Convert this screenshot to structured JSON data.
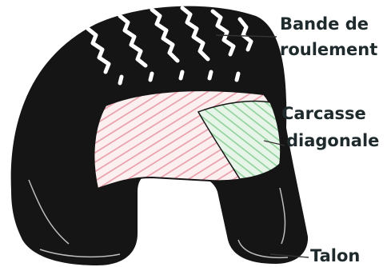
{
  "labels": {
    "tread_line1": "Bande de",
    "tread_line2": "roulement",
    "carcass_line1": "Carcasse",
    "carcass_line2": "diagonale",
    "bead": "Talon"
  },
  "colors": {
    "rubber": "#151515",
    "tread_groove": "#ffffff",
    "ply_pink": "#e89aa6",
    "ply_green": "#8fd09a",
    "ply_background": "#fbeff0",
    "ply_green_background": "#e6f5e8",
    "leader_line": "#333333",
    "label_text": "#1f2a2d"
  }
}
